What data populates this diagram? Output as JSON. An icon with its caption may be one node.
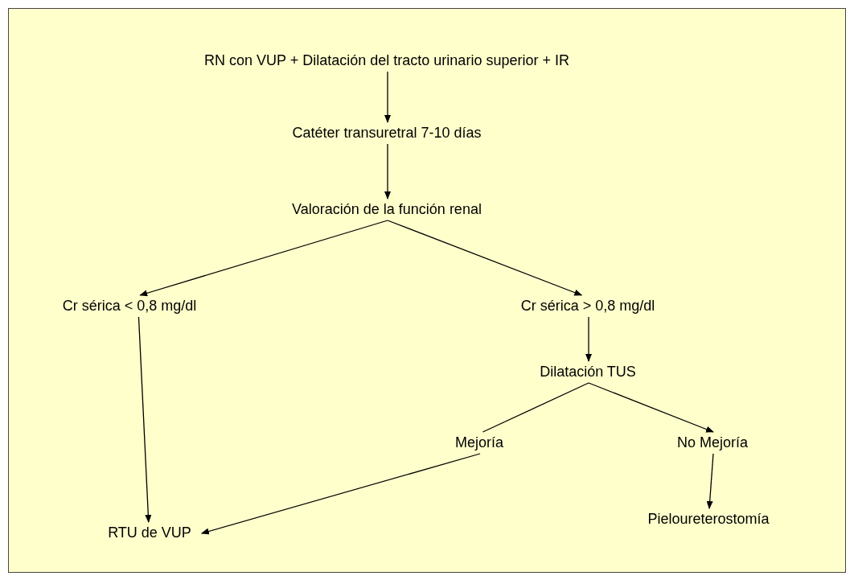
{
  "diagram": {
    "nodes": [
      {
        "text": [
          "RN con VUP + Dilatación del tracto urinario superior + IR"
        ]
      },
      {
        "text": [
          "Catéter  transuretral 7-10 días"
        ]
      },
      {
        "text": [
          "Valoración de la función renal"
        ]
      },
      {
        "text": [
          "Cr sérica < 0,8 mg/dl"
        ]
      },
      {
        "text": [
          "Cr sérica > 0,8 mg/dl"
        ]
      },
      {
        "text": [
          "Dilatación TUS"
        ]
      },
      {
        "text": [
          "Mejoría"
        ]
      },
      {
        "text": [
          "No Mejoría"
        ]
      },
      {
        "text": [
          "RTU de VUP"
        ]
      },
      {
        "text": [
          "Pieloureterostomía"
        ]
      }
    ],
    "edges": [
      {
        "from": 0,
        "to": 1,
        "arrow": "to"
      },
      {
        "from": 1,
        "to": 2,
        "arrow": "to"
      },
      {
        "from": 2,
        "to": 3,
        "arrow": "to"
      },
      {
        "from": 2,
        "to": 4,
        "arrow": "to"
      },
      {
        "from": 3,
        "to": 8,
        "arrow": "to"
      },
      {
        "from": 4,
        "to": 5,
        "arrow": "to"
      },
      {
        "from": 5,
        "to": 6,
        "arrow": "none"
      },
      {
        "from": 5,
        "to": 7,
        "arrow": "to"
      },
      {
        "from": 6,
        "to": 8,
        "arrow": "to"
      },
      {
        "from": 7,
        "to": 9,
        "arrow": "to"
      }
    ]
  }
}
